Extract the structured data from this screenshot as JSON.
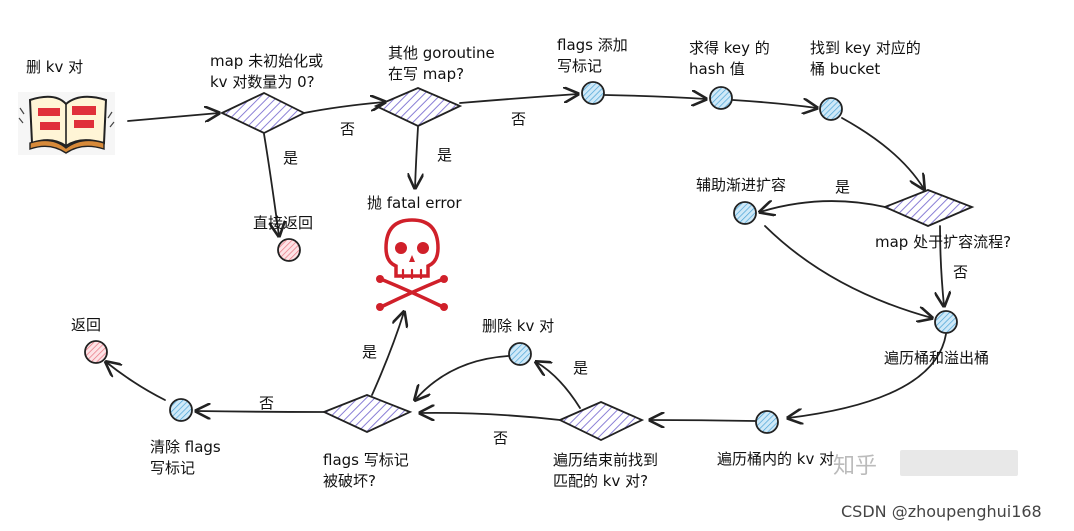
{
  "labels": {
    "start": "删 kv 对",
    "d1": "map 未初始化或\nkv 对数量为 0?",
    "d1_yes": "是",
    "d1_no": "否",
    "return_direct": "直接返回",
    "d2": "其他 goroutine\n在写 map?",
    "d2_yes": "是",
    "d2_no": "否",
    "fatal": "抛 fatal error",
    "flags_add": "flags 添加\n写标记",
    "hash": "求得 key 的\nhash 值",
    "bucket": "找到 key 对应的\n桶 bucket",
    "d3": "map 处于扩容流程?",
    "d3_yes": "是",
    "d3_no": "否",
    "help_grow": "辅助渐进扩容",
    "traverse": "遍历桶和溢出桶",
    "traverse_kv": "遍历桶内的 kv 对",
    "d4": "遍历结束前找到\n匹配的 kv 对?",
    "d4_yes": "是",
    "d4_no": "否",
    "delete_kv": "删除 kv 对",
    "d5": "flags 写标记\n被破坏?",
    "d5_yes": "是",
    "d5_no": "否",
    "clear_flags": "清除 flags\n写标记",
    "return": "返回"
  },
  "watermark": {
    "zhihu": "知乎",
    "csdn": "CSDN @zhoupenghui168"
  },
  "colors": {
    "node_fill": "#9fd0ee",
    "end_fill": "#f2a0a8",
    "diamond_hatch": "#8a7fd6",
    "skull": "#d0202a",
    "stroke": "#222222"
  }
}
